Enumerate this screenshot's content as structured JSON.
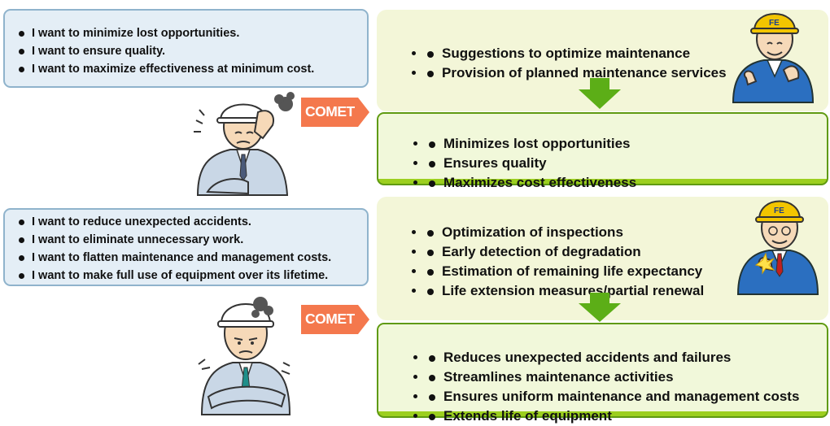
{
  "section1": {
    "needs": [
      "I want to minimize lost opportunities.",
      "I want to ensure quality.",
      "I want to maximize effectiveness at minimum cost."
    ],
    "comet_label": "COMET",
    "offerings": [
      "Suggestions to optimize maintenance",
      "Provision of planned maintenance services"
    ],
    "results": [
      "Minimizes lost opportunities",
      "Ensures quality",
      "Maximizes cost effectiveness"
    ],
    "helmet_logo": "FE"
  },
  "section2": {
    "needs": [
      "I want to reduce unexpected accidents.",
      "I want to eliminate unnecessary work.",
      "I want to flatten maintenance and management costs.",
      "I want to make full use of equipment over its lifetime."
    ],
    "comet_label": "COMET",
    "offerings": [
      "Optimization of inspections",
      "Early detection of degradation",
      "Estimation of remaining life expectancy",
      "Life extension measures/partial renewal"
    ],
    "results": [
      "Reduces unexpected accidents and failures",
      "Streamlines maintenance activities",
      "Ensures uniform maintenance and management costs",
      "Extends life of equipment"
    ],
    "helmet_logo": "FE"
  },
  "colors": {
    "needs_bg": "#e4eef6",
    "needs_border": "#8fb3cc",
    "offer_bg": "#f3f6d8",
    "result_bg": "#f1f8da",
    "result_border": "#5f9a11",
    "green_arrow": "#5cae17",
    "comet_arrow": "#f4784d",
    "worker_suit": "#2b6fc0"
  }
}
